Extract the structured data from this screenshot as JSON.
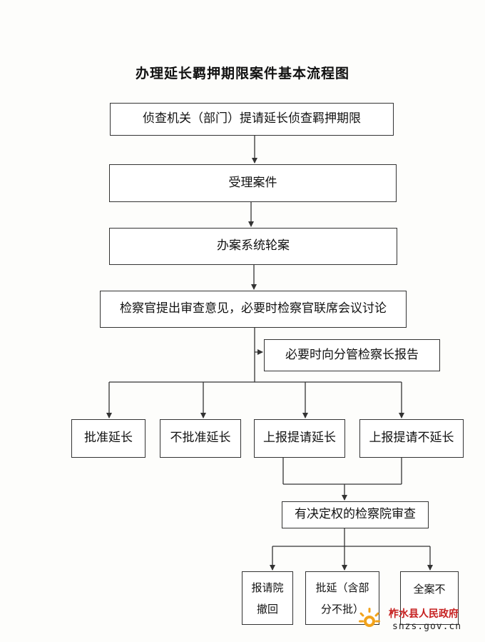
{
  "title": "办理延长羁押期限案件基本流程图",
  "nodes": {
    "request": "侦查机关（部门）提请延长侦查羁押期限",
    "accept": "受理案件",
    "assign": "办案系统轮案",
    "review": "检察官提出审查意见，必要时检察官联席会议讨论",
    "report": "必要时向分管检察长报告",
    "approve": "批准延长",
    "not_approve": "不批准延长",
    "report_extend": "上报提请延长",
    "report_not_extend": "上报提请不延长",
    "higher_review": "有决定权的检察院审查",
    "withdraw_line1": "报请院",
    "withdraw_line2": "撤回",
    "partial_line1": "批延（含部",
    "partial_line2": "分不批）",
    "none_line1": "全案不"
  },
  "watermark": {
    "site_name": "柞水县人民政府",
    "domain": "snzs.gov.cn"
  },
  "colors": {
    "watermark_red": "#c62020",
    "logo_orange": "#f2a31b"
  }
}
